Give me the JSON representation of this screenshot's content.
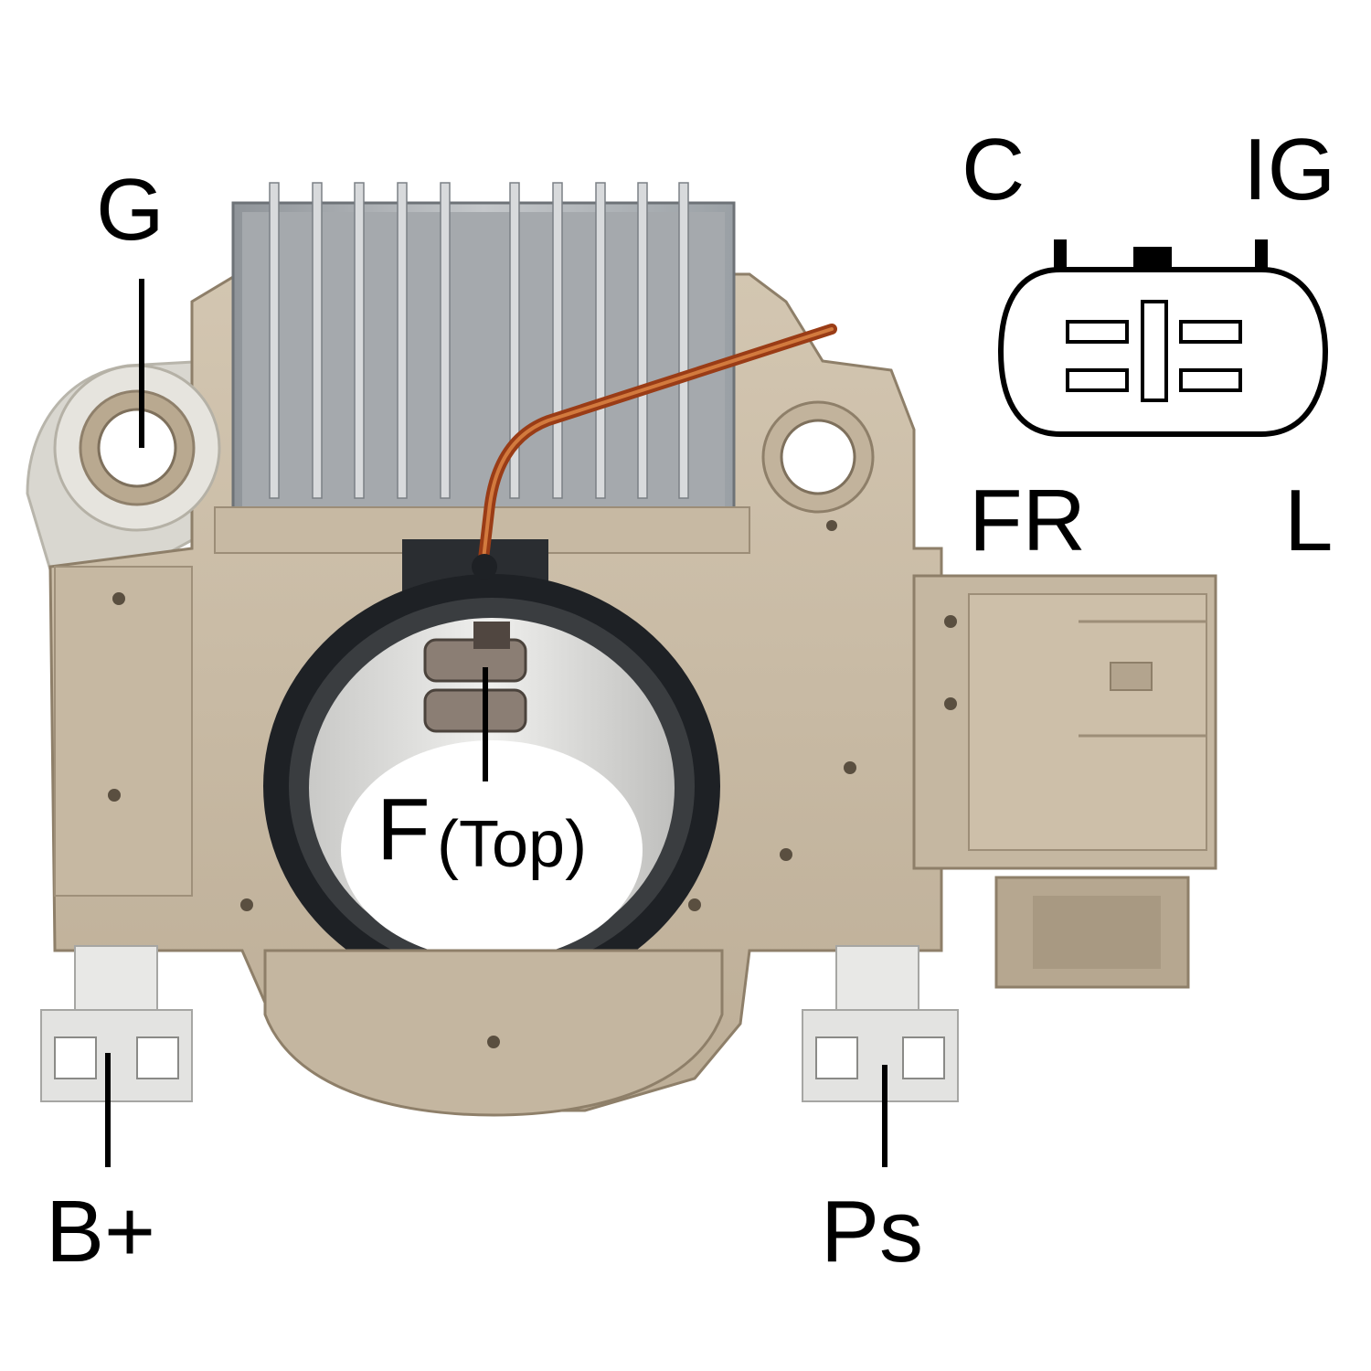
{
  "labels": {
    "g": "G",
    "c": "C",
    "ig": "IG",
    "fr": "FR",
    "l": "L",
    "f": "F",
    "top": "(Top)",
    "bplus": "B+",
    "ps": "Ps"
  },
  "colors": {
    "housing": "#c9bba6",
    "housing_shade": "#b3a48e",
    "housing_dark": "#9a8b75",
    "heatsink": "#a9adb1",
    "heatsink_fin": "#d8dadc",
    "gasket": "#1d2024",
    "terminal_metal": "#e3e3e1",
    "wire": "#9a3c16",
    "leader_line": "#000000"
  },
  "icons": {
    "regulator": "voltage-regulator-photo",
    "connector": "connector-pinout-diagram"
  }
}
